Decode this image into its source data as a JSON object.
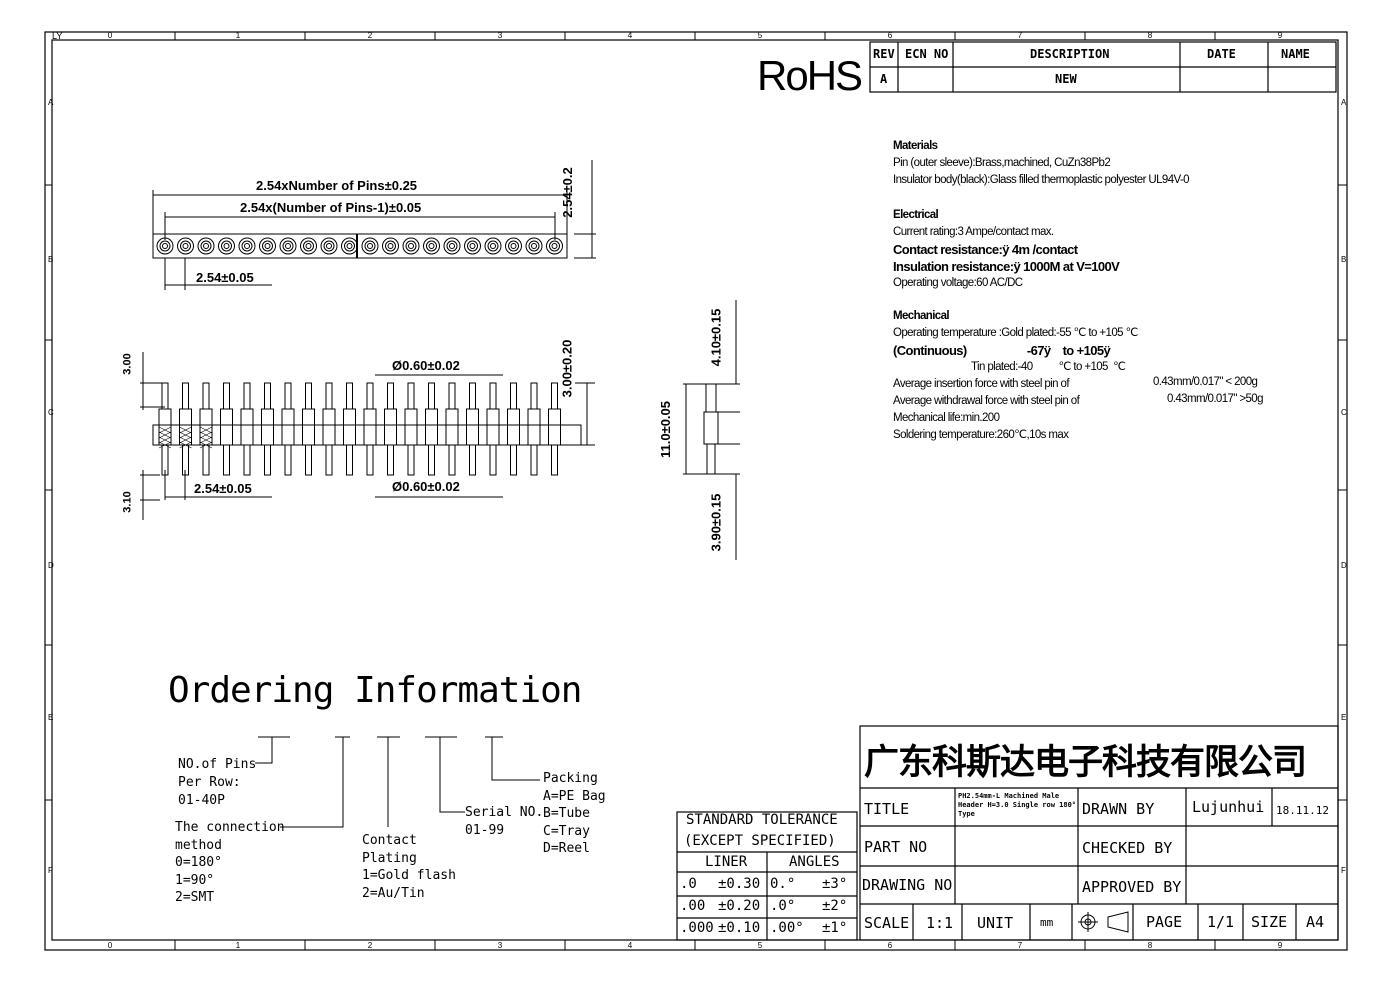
{
  "frame": {
    "corner": "LY",
    "columns": [
      "0",
      "1",
      "2",
      "3",
      "4",
      "5",
      "6",
      "7",
      "8",
      "9"
    ],
    "rows": [
      "A",
      "B",
      "C",
      "D",
      "E",
      "F"
    ]
  },
  "logo": "RoHS",
  "revision": {
    "headers": [
      "REV",
      "ECN NO",
      "DESCRIPTION",
      "DATE",
      "NAME"
    ],
    "row": [
      "A",
      "",
      "NEW",
      "",
      ""
    ]
  },
  "dims": {
    "total_len": "2.54xNumber of Pins±0.25",
    "inner_len": "2.54x(Number of Pins-1)±0.05",
    "height": "2.54±0.2",
    "pitch_top": "2.54±0.05",
    "h300": "3.00",
    "h310": "3.10",
    "dia_top": "Ø0.60±0.02",
    "dia_bot": "Ø0.60±0.02",
    "pitch_side": "2.54±0.05",
    "h300r": "3.00±0.20",
    "h410": "4.10±0.15",
    "h11": "11.0±0.05",
    "h390": "3.90±0.15"
  },
  "specs": {
    "materials_title": "Materials",
    "materials": [
      "Pin (outer sleeve):Brass,machined, CuZn38Pb2",
      "Insulator body(black):Glass filled thermoplastic polyester UL94V-0"
    ],
    "electrical_title": "Electrical",
    "electrical": [
      "Current rating:3 Ampe/contact max.",
      "Contact resistance:ÿ 4m  /contact",
      "Insulation resistance:ÿ  1000M at V=100V",
      "Operating voltage:60 AC/DC"
    ],
    "mechanical_title": "Mechanical",
    "mechanical": [
      "Operating temperature :Gold plated:-55 ℃ to +105 ℃",
      "(Continuous)                    -67ÿ    to +105ÿ",
      "Tin plated:-40          ℃ to +105  ℃",
      "Average insertion force with steel pin of",
      "Average withdrawal force with steel pin of",
      "Mechanical life:min.200",
      "Soldering temperature:260℃,10s max"
    ],
    "insertion_value": "0.43mm/0.017\" < 200g",
    "withdrawal_value": "0.43mm/0.017\" >50g"
  },
  "ordering": {
    "title": "Ordering Information",
    "pins": [
      "NO.of Pins",
      "Per Row:",
      "01-40P"
    ],
    "method": [
      "The connection",
      "method",
      "0=180°",
      "1=90°",
      "2=SMT"
    ],
    "plating": [
      "Contact",
      "Plating",
      "1=Gold flash",
      "2=Au/Tin"
    ],
    "serial": [
      "Serial NO.",
      "01-99"
    ],
    "packing": [
      "Packing",
      "A=PE Bag",
      "B=Tube",
      "C=Tray",
      "D=Reel"
    ]
  },
  "tolerance": {
    "title1": "STANDARD TOLERANCE",
    "title2": "(EXCEPT  SPECIFIED)",
    "liner": "LINER",
    "angles": "ANGLES",
    "rows": [
      [
        ".0",
        "±0.30",
        "0.°",
        "±3°"
      ],
      [
        ".00",
        "±0.20",
        ".0°",
        "±2°"
      ],
      [
        ".000",
        "±0.10",
        ".00°",
        "±1°"
      ]
    ]
  },
  "titleblock": {
    "company": "广东科斯达电子科技有限公司",
    "title_label": "TITLE",
    "title_value": "PH2.54mm-L Machined Male Header H=3.0 Single row 180° Type",
    "drawn_by_label": "DRAWN BY",
    "drawn_by": "Lujunhui",
    "date": "18.11.12",
    "part_no_label": "PART NO",
    "checked_by_label": "CHECKED BY",
    "drawing_no_label": "DRAWING NO",
    "approved_by_label": "APPROVED BY",
    "scale_label": "SCALE",
    "scale": "1:1",
    "unit_label": "UNIT",
    "unit": "mm",
    "page_label": "PAGE",
    "page": "1/1",
    "size_label": "SIZE",
    "size": "A4"
  }
}
